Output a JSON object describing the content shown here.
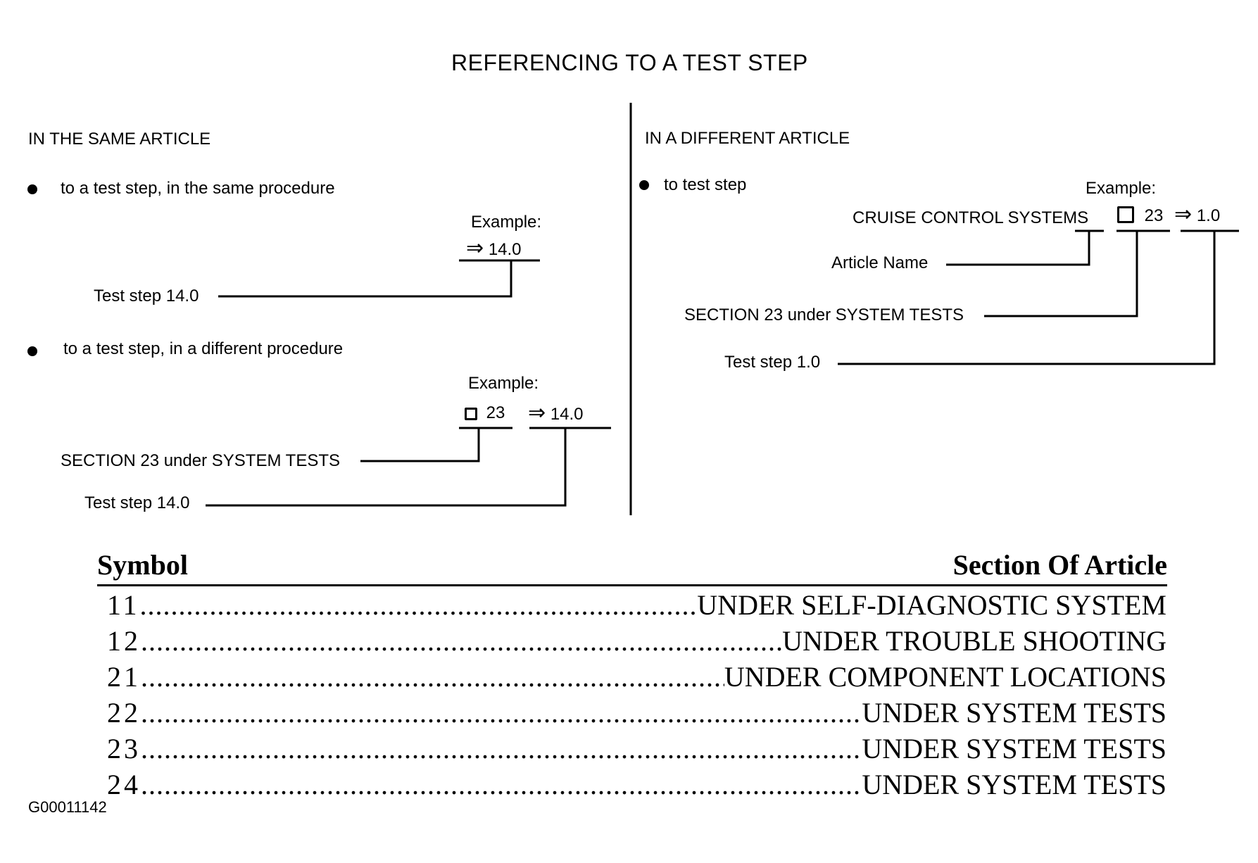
{
  "title": "REFERENCING TO A TEST STEP",
  "left": {
    "heading": "IN THE SAME ARTICLE",
    "bullet1": {
      "text": "to a test step, in the same procedure",
      "example_label": "Example:",
      "arrow": "⇒",
      "step": "14.0",
      "callout": "Test step 14.0"
    },
    "bullet2": {
      "text": "to a test step, in a different procedure",
      "example_label": "Example:",
      "section_number": "23",
      "arrow": "⇒",
      "step": "14.0",
      "callout_section": "SECTION 23 under SYSTEM TESTS",
      "callout_step": "Test step 14.0"
    }
  },
  "right": {
    "heading": "IN A DIFFERENT ARTICLE",
    "bullet1": {
      "text": "to test step",
      "example_label": "Example:",
      "article": "CRUISE CONTROL SYSTEMS",
      "section_number": "23",
      "arrow": "⇒",
      "step": "1.0",
      "callout_article": "Article Name",
      "callout_section": "SECTION 23 under SYSTEM TESTS",
      "callout_step": "Test step 1.0"
    }
  },
  "table": {
    "header_symbol": "Symbol",
    "header_section": "Section Of Article",
    "rows": [
      {
        "symbol": "11",
        "section": "UNDER SELF-DIAGNOSTIC SYSTEM"
      },
      {
        "symbol": "12",
        "section": "UNDER TROUBLE SHOOTING"
      },
      {
        "symbol": "21",
        "section": "UNDER COMPONENT LOCATIONS"
      },
      {
        "symbol": "22",
        "section": "UNDER SYSTEM TESTS"
      },
      {
        "symbol": "23",
        "section": "UNDER SYSTEM TESTS"
      },
      {
        "symbol": "24",
        "section": "UNDER SYSTEM TESTS"
      }
    ]
  },
  "figure_id": "G00011142"
}
